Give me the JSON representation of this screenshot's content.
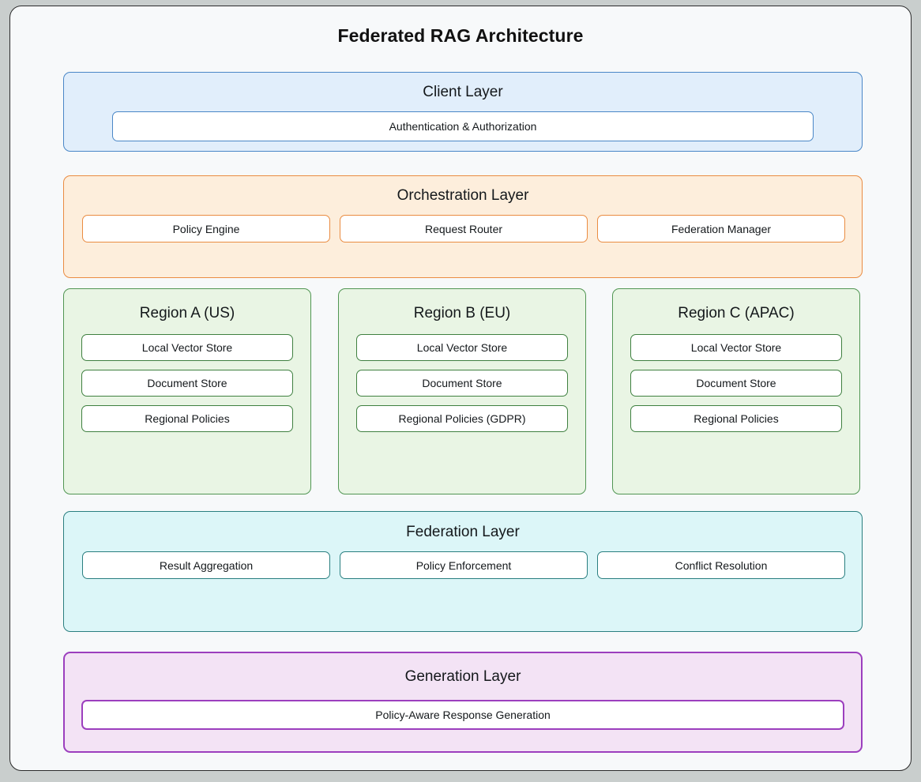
{
  "diagram": {
    "title": "Federated RAG Architecture",
    "background_color": "#c9cecd",
    "card_color": "#f7f9fa"
  },
  "client_layer": {
    "title": "Client Layer",
    "fill_color": "#e1eefb",
    "border_color": "#4a87c7",
    "nodes": [
      {
        "label": "Authentication & Authorization"
      }
    ]
  },
  "orchestration_layer": {
    "title": "Orchestration Layer",
    "fill_color": "#fdeedc",
    "border_color": "#ea8c42",
    "nodes": [
      {
        "label": "Policy Engine"
      },
      {
        "label": "Request Router"
      },
      {
        "label": "Federation Manager"
      }
    ]
  },
  "regions": [
    {
      "title": "Region A (US)",
      "fill_color": "#e9f5e4",
      "border_color": "#519653",
      "nodes": [
        {
          "label": "Local Vector Store"
        },
        {
          "label": "Document Store"
        },
        {
          "label": "Regional Policies"
        }
      ]
    },
    {
      "title": "Region B (EU)",
      "fill_color": "#e9f5e4",
      "border_color": "#519653",
      "nodes": [
        {
          "label": "Local Vector Store"
        },
        {
          "label": "Document Store"
        },
        {
          "label": "Regional Policies (GDPR)"
        }
      ]
    },
    {
      "title": "Region C (APAC)",
      "fill_color": "#e9f5e4",
      "border_color": "#519653",
      "nodes": [
        {
          "label": "Local Vector Store"
        },
        {
          "label": "Document Store"
        },
        {
          "label": "Regional Policies"
        }
      ]
    }
  ],
  "federation_layer": {
    "title": "Federation Layer",
    "fill_color": "#dcf6f8",
    "border_color": "#2a7f80",
    "nodes": [
      {
        "label": "Result Aggregation"
      },
      {
        "label": "Policy Enforcement"
      },
      {
        "label": "Conflict Resolution"
      }
    ]
  },
  "generation_layer": {
    "title": "Generation Layer",
    "fill_color": "#f3e3f5",
    "border_color": "#9c3fbe",
    "nodes": [
      {
        "label": "Policy-Aware Response Generation"
      }
    ]
  }
}
